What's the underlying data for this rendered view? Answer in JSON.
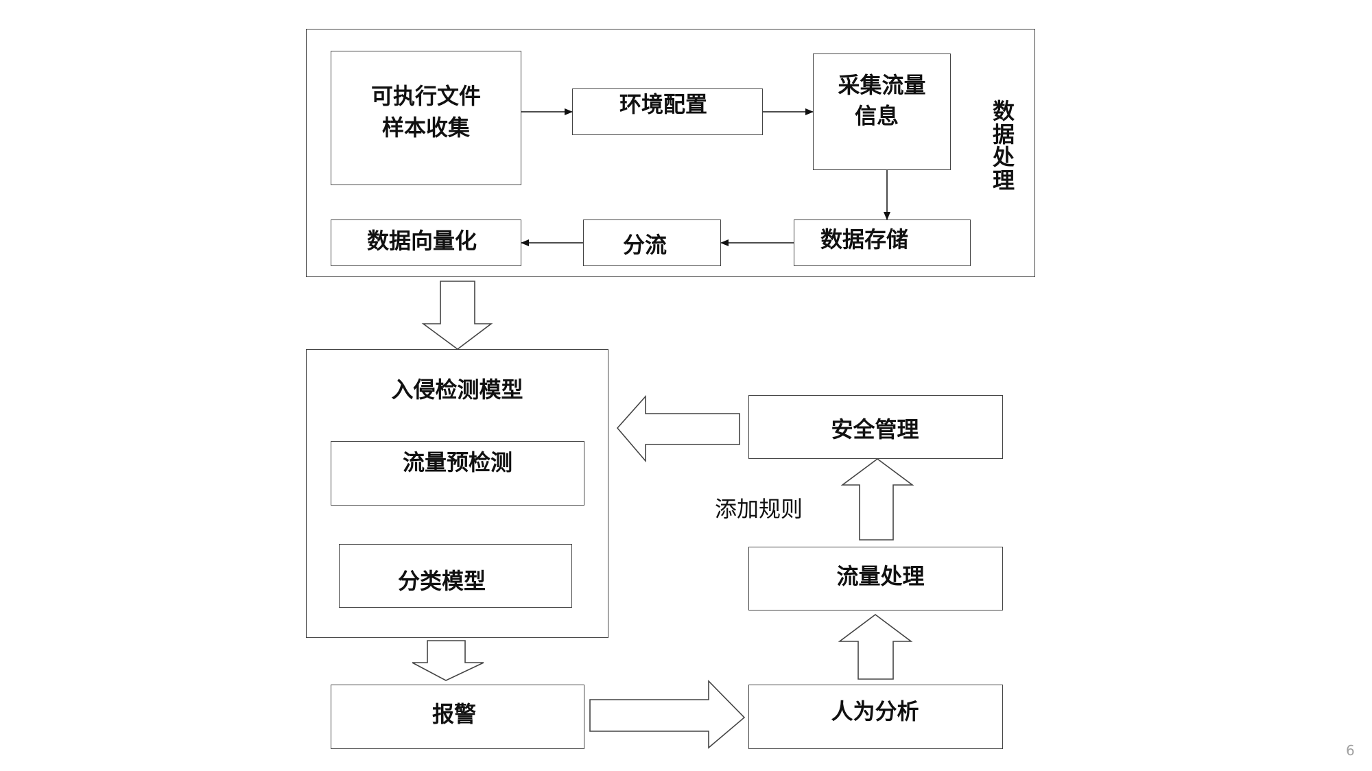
{
  "data_processing": {
    "side_label": "数据处理",
    "collect_samples": [
      "可执行文件",
      "样本收集"
    ],
    "env_config": "环境配置",
    "collect_traffic": [
      "采集流量",
      "信息"
    ],
    "data_storage": "数据存储",
    "shunt": "分流",
    "vectorize": "数据向量化"
  },
  "ids_model": {
    "title": "入侵检测模型",
    "pre_detect": "流量预检测",
    "classifier": "分类模型"
  },
  "alarm": "报警",
  "manual_analysis": "人为分析",
  "traffic_processing": "流量处理",
  "add_rules": "添加规则",
  "security_management": "安全管理",
  "page_number": "6"
}
